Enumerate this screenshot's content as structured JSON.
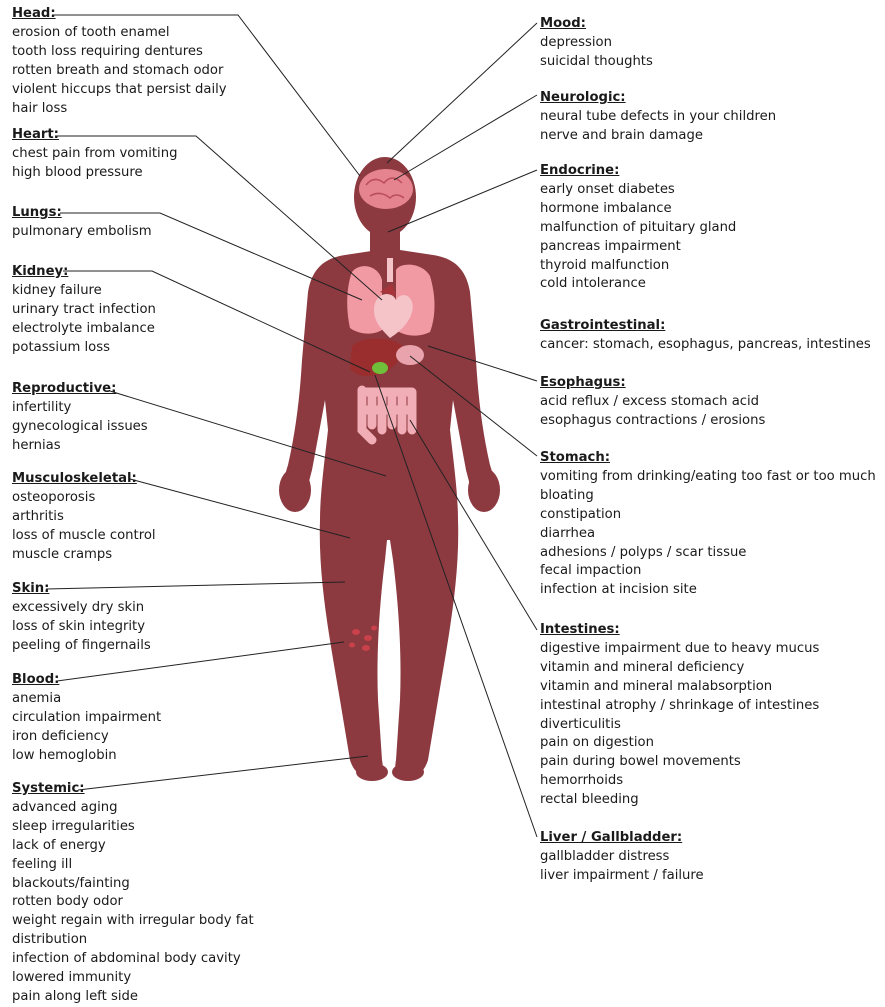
{
  "groups": {
    "head": {
      "title": "Head:",
      "items": [
        "erosion of tooth enamel",
        "tooth loss requiring dentures",
        "rotten breath and stomach odor",
        "violent hiccups that persist daily",
        "hair loss"
      ]
    },
    "heart": {
      "title": "Heart:",
      "items": [
        "chest pain from vomiting",
        "high blood pressure"
      ]
    },
    "lungs": {
      "title": "Lungs:",
      "items": [
        "pulmonary embolism"
      ]
    },
    "kidney": {
      "title": "Kidney:",
      "items": [
        "kidney failure",
        "urinary tract infection",
        "electrolyte imbalance",
        "potassium loss"
      ]
    },
    "reproductive": {
      "title": "Reproductive:",
      "items": [
        "infertility",
        "gynecological issues",
        "hernias"
      ]
    },
    "musculoskeletal": {
      "title": "Musculoskeletal:",
      "items": [
        "osteoporosis",
        "arthritis",
        "loss of muscle control",
        "muscle cramps"
      ]
    },
    "skin": {
      "title": "Skin:",
      "items": [
        "excessively dry skin",
        "loss of skin integrity",
        "peeling of fingernails"
      ]
    },
    "blood": {
      "title": "Blood:",
      "items": [
        "anemia",
        "circulation impairment",
        "iron deficiency",
        "low hemoglobin"
      ]
    },
    "systemic": {
      "title": "Systemic:",
      "items": [
        "advanced aging",
        "sleep irregularities",
        "lack of energy",
        "feeling ill",
        "blackouts/fainting",
        "rotten body odor",
        "weight regain with irregular body fat",
        "distribution",
        "infection of abdominal body cavity",
        "lowered immunity",
        "pain along left side"
      ]
    },
    "mood": {
      "title": "Mood:",
      "items": [
        "depression",
        "suicidal thoughts"
      ]
    },
    "neurologic": {
      "title": "Neurologic:",
      "items": [
        "neural tube defects in your children",
        "nerve and brain damage"
      ]
    },
    "endocrine": {
      "title": "Endocrine:",
      "items": [
        "early onset diabetes",
        "hormone imbalance",
        "malfunction of pituitary gland",
        "pancreas impairment",
        "thyroid malfunction",
        "cold intolerance"
      ]
    },
    "gastrointestinal": {
      "title": "Gastrointestinal:",
      "items": [
        "cancer: stomach, esophagus, pancreas, intestines"
      ]
    },
    "esophagus": {
      "title": "Esophagus:",
      "items": [
        "acid reflux / excess stomach acid",
        "esophagus contractions / erosions"
      ]
    },
    "stomach": {
      "title": "Stomach:",
      "items": [
        "vomiting from drinking/eating too fast or too much",
        "bloating",
        "constipation",
        "diarrhea",
        "adhesions / polyps / scar tissue",
        "fecal impaction",
        "infection at incision site"
      ]
    },
    "intestines": {
      "title": "Intestines:",
      "items": [
        "digestive impairment due to heavy mucus",
        "vitamin and mineral deficiency",
        "vitamin and mineral malabsorption",
        "intestinal atrophy / shrinkage of intestines",
        "diverticulitis",
        "pain on digestion",
        "pain during bowel movements",
        "hemorrhoids",
        "rectal bleeding"
      ]
    },
    "liver": {
      "title": "Liver / Gallbladder:",
      "items": [
        "gallbladder distress",
        "liver impairment / failure"
      ]
    }
  },
  "colors": {
    "body": "#8c3a40",
    "brain": "#e5838f",
    "lungs": "#f29aa4",
    "heart": "#a8343b",
    "liver": "#9a2e2e",
    "intestines": "#f2aeb6",
    "gallbladder": "#6fbf3a",
    "text": "#1a1a1a"
  }
}
